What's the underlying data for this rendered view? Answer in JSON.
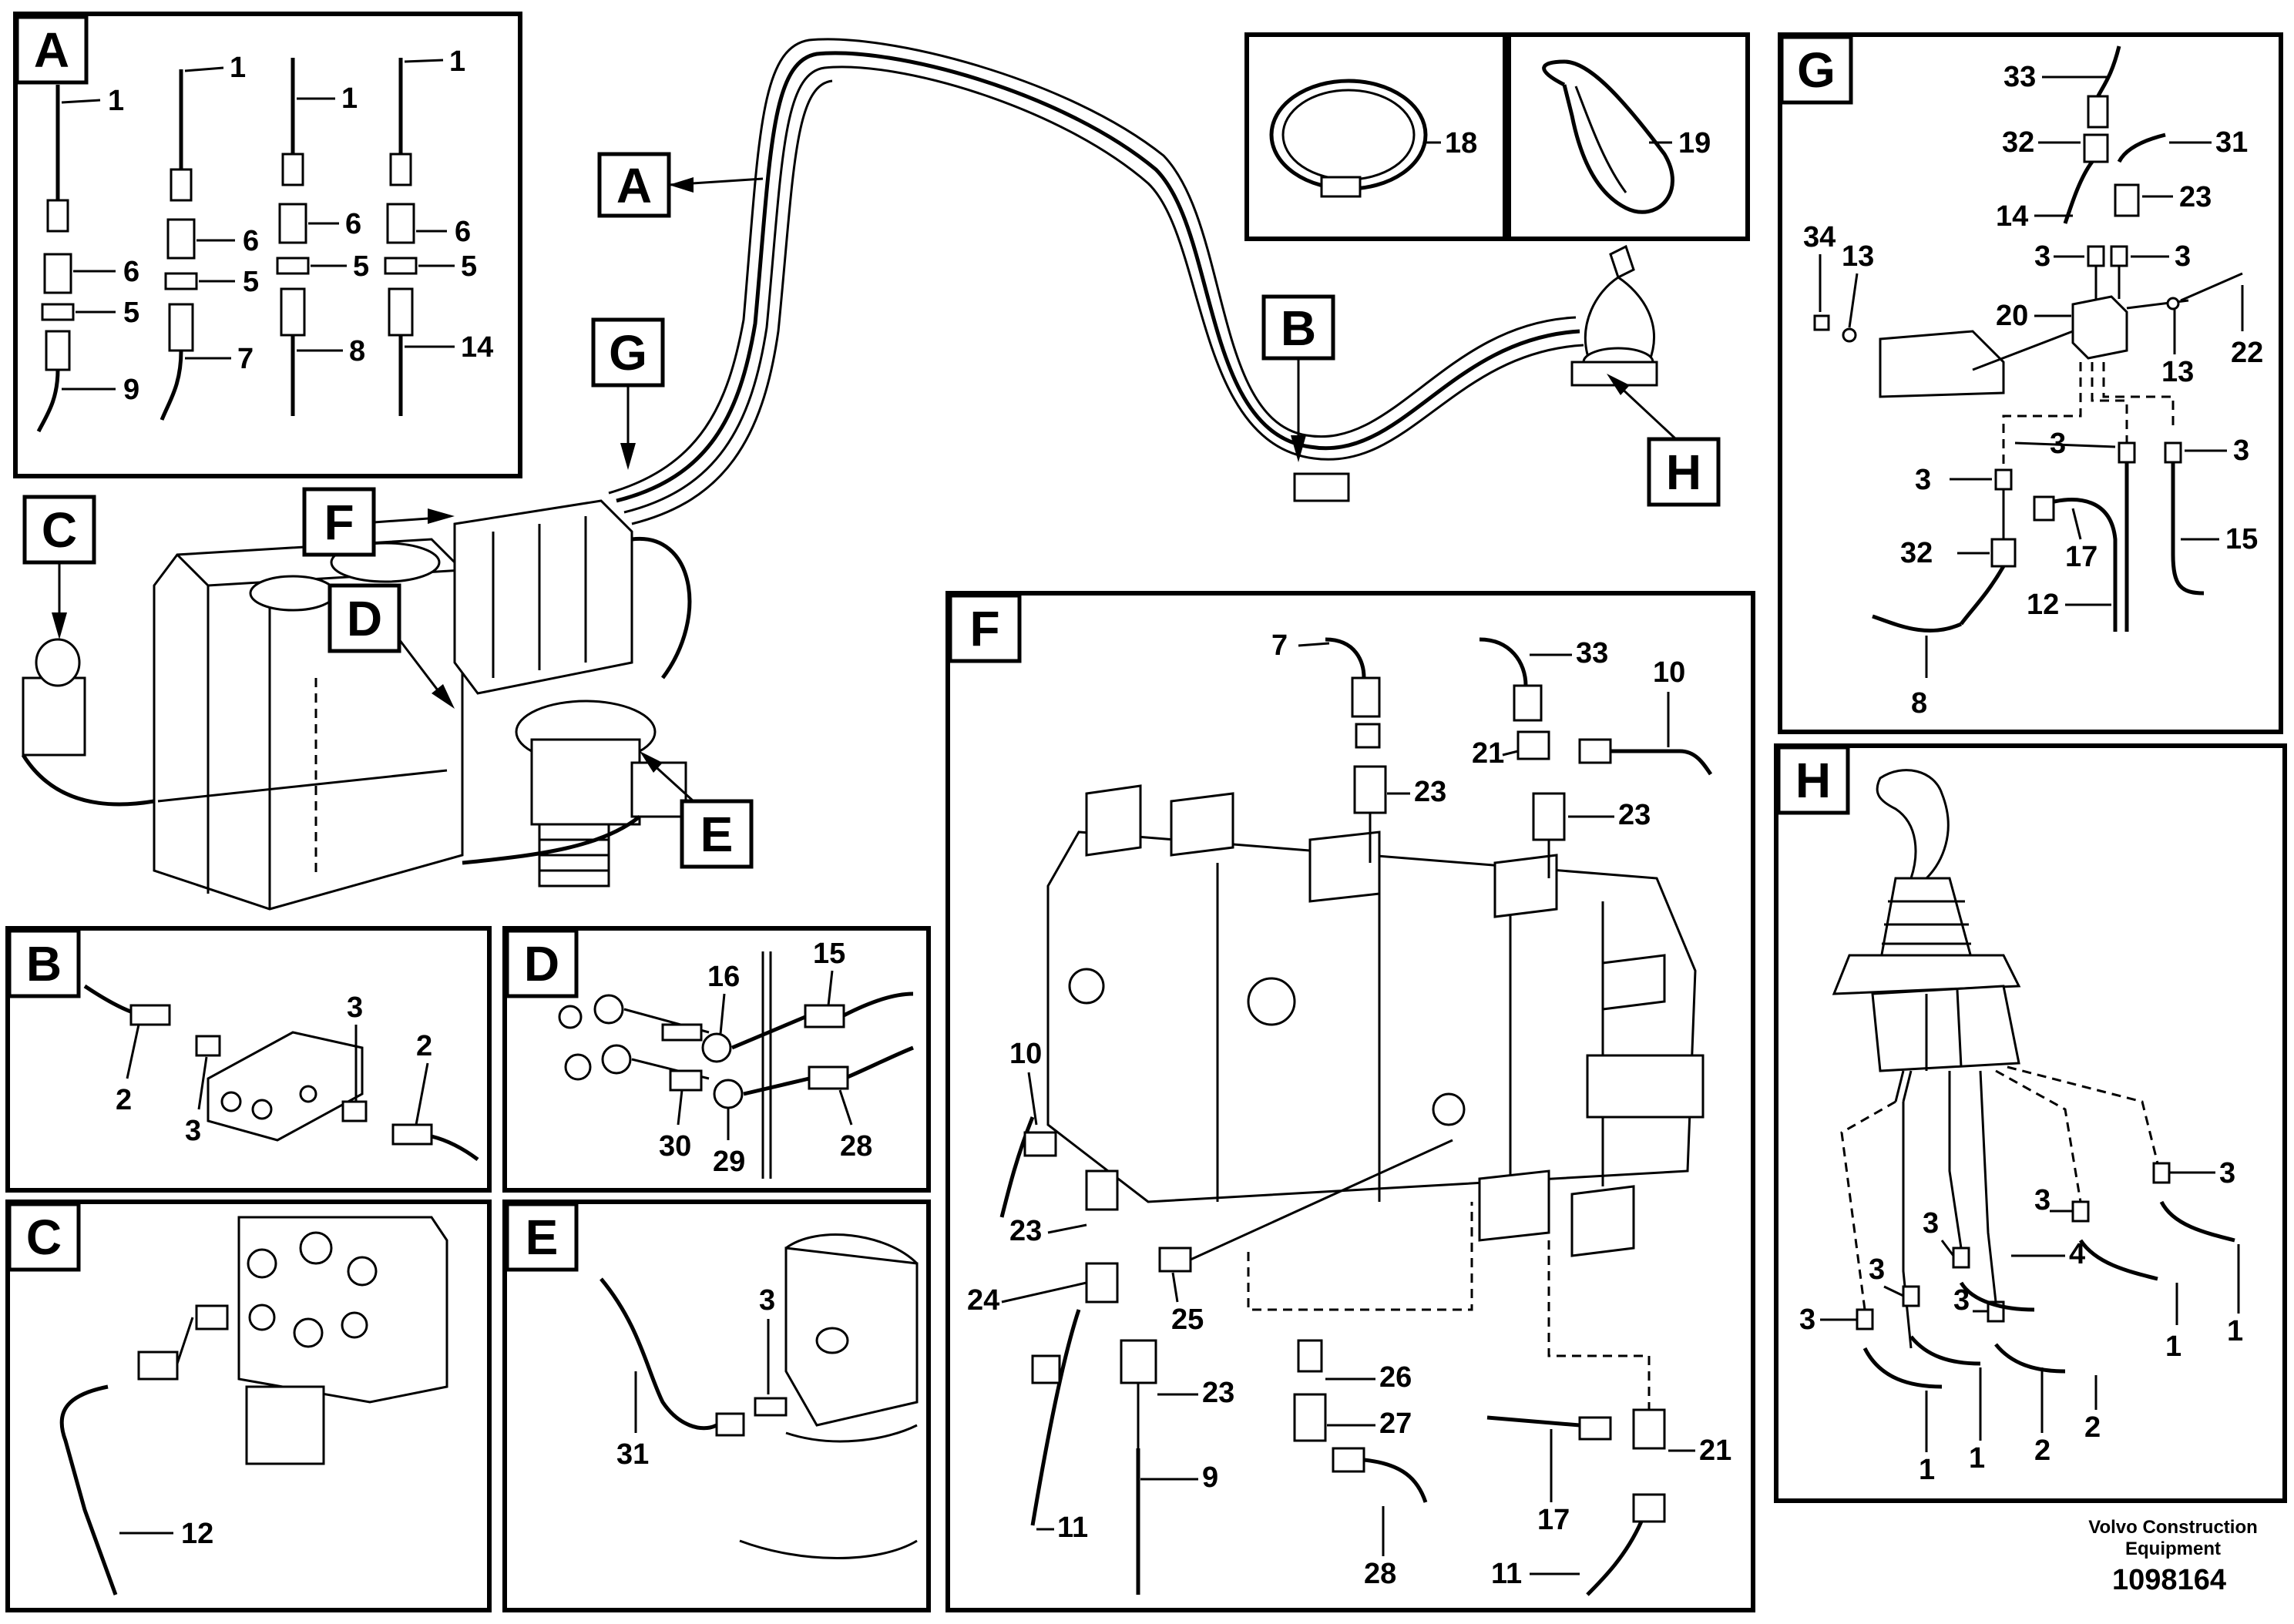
{
  "details": {
    "A": {
      "letter": "A",
      "labels": [
        "1",
        "1",
        "1",
        "1",
        "6",
        "5",
        "9",
        "6",
        "5",
        "7",
        "6",
        "5",
        "8",
        "6",
        "5",
        "14"
      ]
    },
    "B": {
      "letter": "B",
      "labels": [
        "3",
        "2",
        "2",
        "3"
      ]
    },
    "C": {
      "letter": "C",
      "labels": [
        "12"
      ]
    },
    "D": {
      "letter": "D",
      "labels": [
        "16",
        "15",
        "30",
        "29",
        "28"
      ]
    },
    "E": {
      "letter": "E",
      "labels": [
        "3",
        "31"
      ]
    },
    "F": {
      "letter": "F",
      "labels": [
        "7",
        "33",
        "10",
        "21",
        "23",
        "23",
        "10",
        "23",
        "24",
        "25",
        "26",
        "23",
        "27",
        "9",
        "11",
        "17",
        "21",
        "28",
        "11"
      ]
    },
    "G": {
      "letter": "G",
      "labels": [
        "33",
        "32",
        "31",
        "23",
        "14",
        "3",
        "3",
        "34",
        "13",
        "20",
        "13",
        "22",
        "3",
        "3",
        "3",
        "32",
        "17",
        "15",
        "12",
        "8"
      ]
    },
    "H": {
      "letter": "H",
      "labels": [
        "3",
        "3",
        "3",
        "4",
        "3",
        "3",
        "3",
        "1",
        "1",
        "2",
        "2",
        "1",
        "1"
      ]
    }
  },
  "callouts": {
    "A": "A",
    "B": "B",
    "C": "C",
    "D": "D",
    "E": "E",
    "F": "F",
    "G": "G",
    "H": "H",
    "p18": "18",
    "p19": "19"
  },
  "footer": {
    "brand_line1": "Volvo Construction",
    "brand_line2": "Equipment",
    "drawing_number": "1098164"
  }
}
